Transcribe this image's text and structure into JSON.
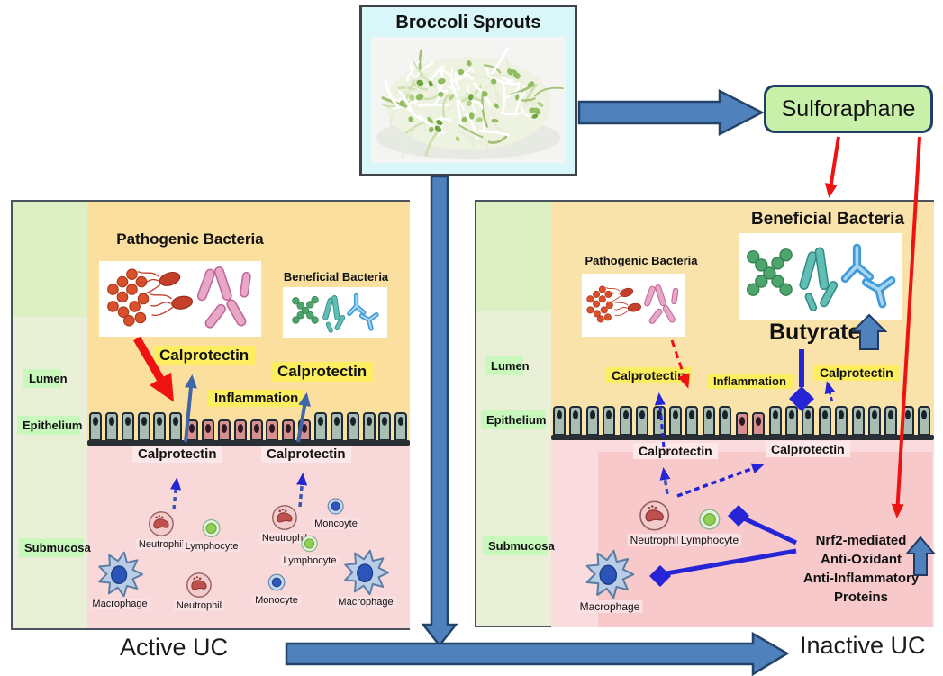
{
  "broccoli": {
    "title": "Broccoli Sprouts"
  },
  "sulforaphane": {
    "label": "Sulforaphane"
  },
  "footer": {
    "active": "Active UC",
    "inactive": "Inactive UC"
  },
  "layers": {
    "lumen": "Lumen",
    "epithelium": "Epithelium",
    "submucosa": "Submucosa"
  },
  "labels": {
    "pathogenic_bacteria": "Pathogenic Bacteria",
    "beneficial_bacteria": "Beneficial Bacteria",
    "calprotectin": "Calprotectin",
    "inflammation": "Inflammation",
    "butyrate": "Butyrate"
  },
  "cells": {
    "neutrophil": "Neutrophil",
    "lymphocyte": "Lymphocyte",
    "monocyte": "Monocyte",
    "monocyte_misspelled": "Moncoyte",
    "macrophage": "Macrophage"
  },
  "nrf2": {
    "lines": [
      "Nrf2-mediated",
      "Anti-Oxidant",
      "Anti-Inflammatory",
      "Proteins"
    ]
  },
  "colors": {
    "arrow_blue": "#4f81bd",
    "arrow_blue_border": "#24436b",
    "vivid_blue": "#2525d6",
    "red": "#ee1312",
    "highlight_yellow": "#fcee5e",
    "sulforaphane_green": "#c9f0a9",
    "lumen_tan": "#fbdf9e",
    "submucosa_pink": "#f9d7d9",
    "strip_green": "#eaf0d8"
  }
}
